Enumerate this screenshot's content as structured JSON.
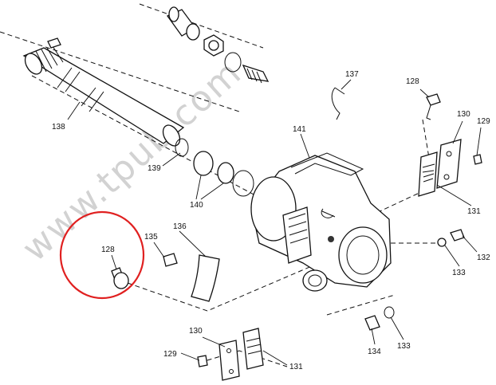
{
  "watermark": "www.tpub.com",
  "callouts": [
    {
      "id": "c137",
      "text": "137"
    },
    {
      "id": "c128a",
      "text": "128"
    },
    {
      "id": "c130a",
      "text": "130"
    },
    {
      "id": "c129a",
      "text": "129"
    },
    {
      "id": "c141",
      "text": "141"
    },
    {
      "id": "c138",
      "text": "138"
    },
    {
      "id": "c139",
      "text": "139"
    },
    {
      "id": "c140",
      "text": "140"
    },
    {
      "id": "c131a",
      "text": "131"
    },
    {
      "id": "c136",
      "text": "136"
    },
    {
      "id": "c135",
      "text": "135"
    },
    {
      "id": "c128b",
      "text": "128"
    },
    {
      "id": "c132",
      "text": "132"
    },
    {
      "id": "c133a",
      "text": "133"
    },
    {
      "id": "c130b",
      "text": "130"
    },
    {
      "id": "c129b",
      "text": "129"
    },
    {
      "id": "c131b",
      "text": "131"
    },
    {
      "id": "c134",
      "text": "134"
    },
    {
      "id": "c133b",
      "text": "133"
    }
  ],
  "highlight": {
    "target": "128",
    "color": "#e02020"
  },
  "colors": {
    "line": "#111111",
    "watermark": "#d2d2d2",
    "background": "#ffffff"
  }
}
